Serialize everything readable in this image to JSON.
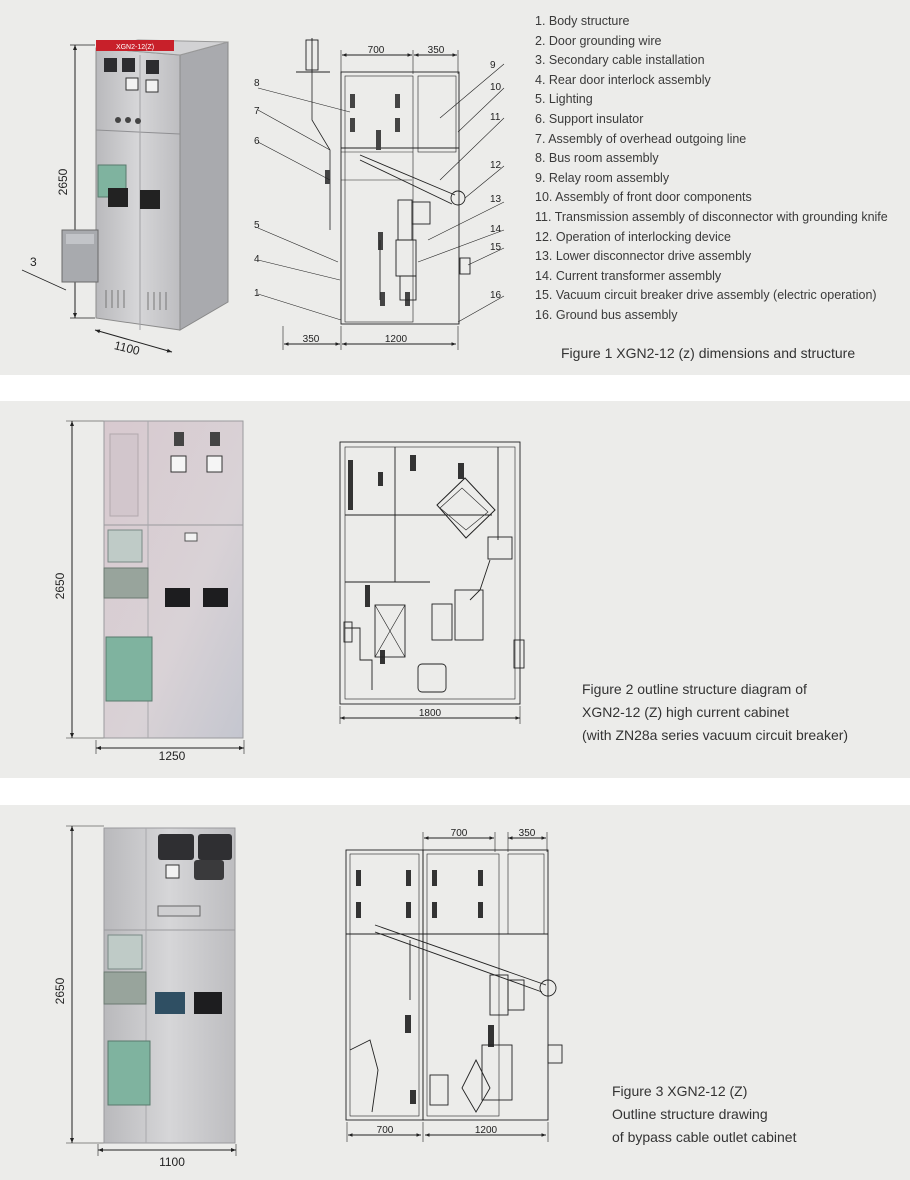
{
  "figure1": {
    "legend": [
      "1. Body structure",
      "2. Door grounding wire",
      "3. Secondary cable installation",
      "4. Rear door interlock assembly",
      "5. Lighting",
      "6. Support insulator",
      "7. Assembly of overhead outgoing line",
      "8. Bus room assembly",
      "9. Relay room assembly",
      "10. Assembly of front door components",
      "11. Transmission assembly of disconnector with grounding knife",
      "12. Operation of interlocking device",
      "13. Lower disconnector drive assembly",
      "14. Current transformer assembly",
      "15. Vacuum circuit breaker drive assembly (electric operation)",
      "16. Ground bus assembly"
    ],
    "caption": "Figure 1 XGN2-12 (z) dimensions and structure",
    "photo_height": "2650",
    "photo_depth": "1100",
    "photo_callout": "3",
    "badge_text": "XGN2-12(Z)",
    "drawing_top_left": "700",
    "drawing_top_right": "350",
    "drawing_bottom_left": "350",
    "drawing_bottom_right": "1200",
    "callouts_left": [
      "8",
      "7",
      "6",
      "5",
      "4",
      "1"
    ],
    "callouts_right": [
      "9",
      "10",
      "11",
      "12",
      "13",
      "14",
      "15",
      "16"
    ]
  },
  "figure2": {
    "caption_lines": [
      "Figure 2 outline structure diagram of",
      "XGN2-12 (Z) high current cabinet",
      "(with ZN28a series vacuum circuit breaker)"
    ],
    "photo_height": "2650",
    "photo_width": "1250",
    "drawing_width": "1800"
  },
  "figure3": {
    "caption_lines": [
      "Figure 3 XGN2-12 (Z)",
      "Outline structure drawing",
      "of bypass cable outlet cabinet"
    ],
    "photo_height": "2650",
    "photo_width": "1100",
    "drawing_top_left": "700",
    "drawing_top_right": "350",
    "drawing_bottom_left": "700",
    "drawing_bottom_right": "1200"
  },
  "colors": {
    "band": "#ececea",
    "cabinet_grey": "#c9c9cb",
    "panel_green": "#7fb39f",
    "badge_red": "#c8202a"
  }
}
